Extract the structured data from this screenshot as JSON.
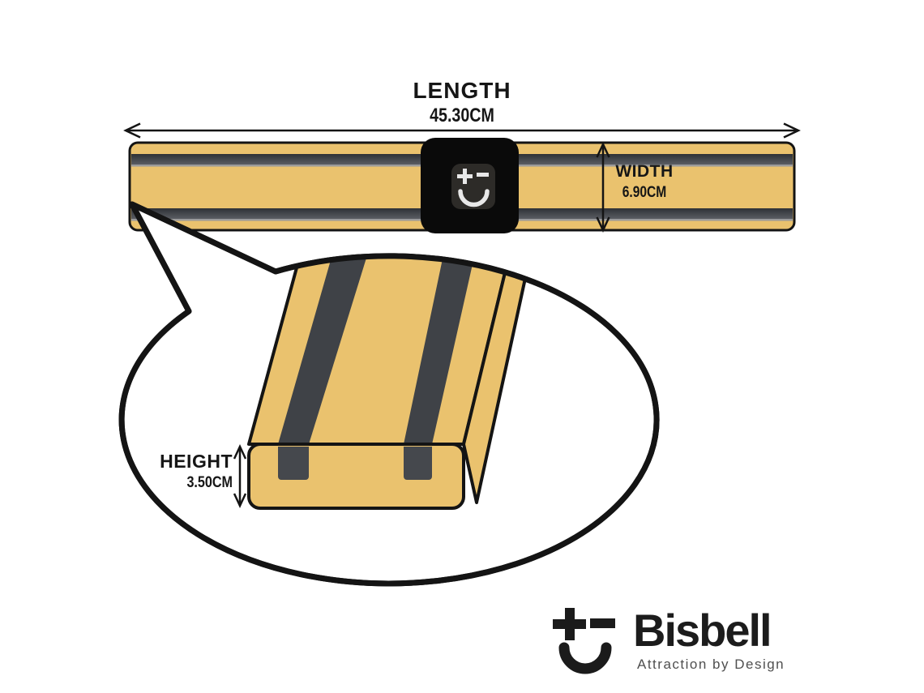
{
  "dimensions": {
    "length": {
      "label": "LENGTH",
      "value": "45.30CM"
    },
    "width": {
      "label": "WIDTH",
      "value": "6.90CM"
    },
    "height": {
      "label": "HEIGHT",
      "value": "3.50CM"
    }
  },
  "brand": {
    "name": "Bisbell",
    "tagline": "Attraction by Design"
  },
  "icons": {
    "length_arrow": "double-headed-horizontal-arrow",
    "width_arrow": "double-headed-vertical-arrow",
    "height_arrow": "double-headed-vertical-arrow",
    "bar_logo": "plus-minus-smile-icon",
    "brand_logo": "plus-minus-smile-icon",
    "magnifier_bubble": "zoom-callout-bubble"
  },
  "colors": {
    "background": "#FFFFFF",
    "bar_fill": "#EAC26E",
    "stripe_dark": "#3F4247",
    "stripe_edge_light": "#9B9B9B",
    "outline": "#141414",
    "logo_block": "#0A0A0A",
    "logo_inner": "#2D2B28",
    "logo_glyph": "#E8E8E8",
    "tagline_gray": "#4F4F4F"
  }
}
